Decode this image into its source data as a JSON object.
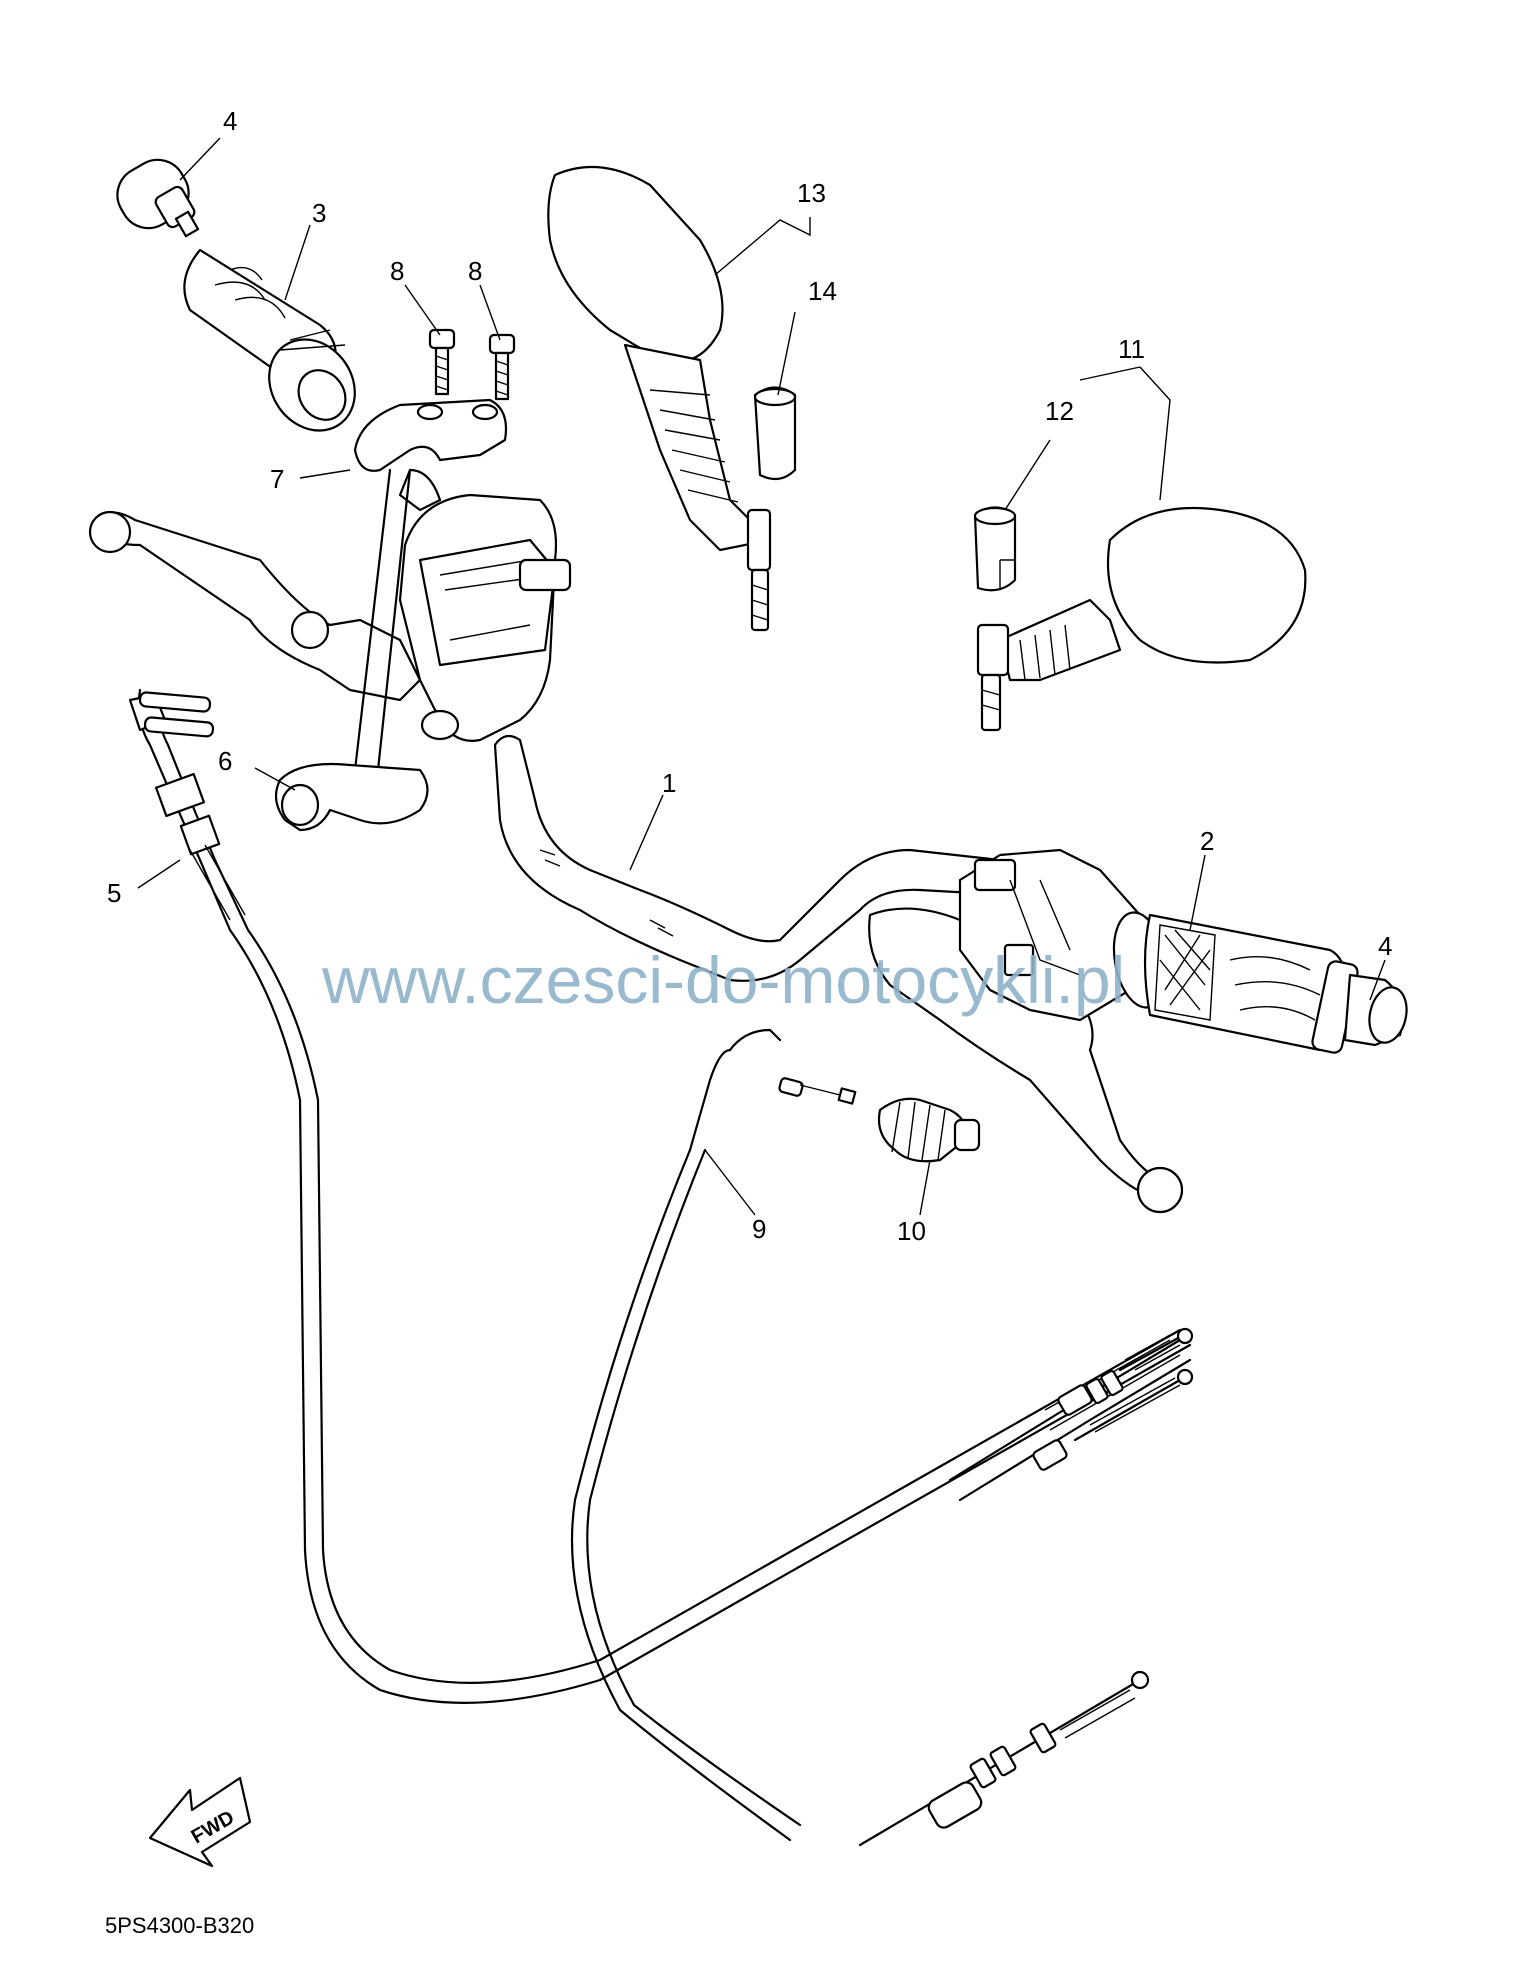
{
  "callouts": [
    "1",
    "2",
    "3",
    "4",
    "4",
    "5",
    "6",
    "7",
    "8",
    "8",
    "9",
    "10",
    "11",
    "12",
    "13",
    "14"
  ],
  "diagram_code": "5PS4300-B320",
  "watermark": "www.czesci-do-motocykli.pl",
  "direction_label": "FWD"
}
